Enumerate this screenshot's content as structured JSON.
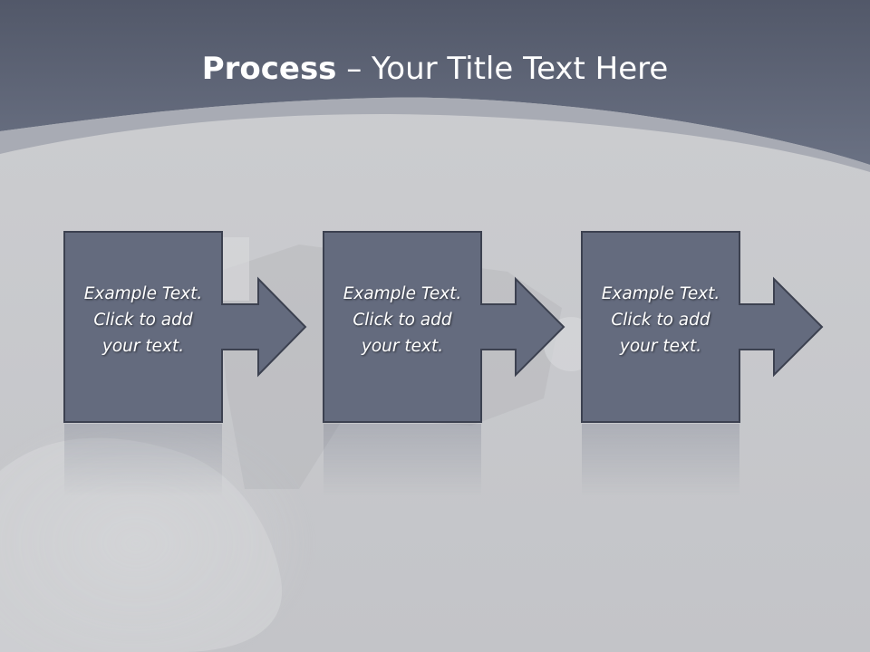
{
  "title": {
    "bold": "Process",
    "rest": " – Your Title Text Here"
  },
  "steps": [
    {
      "line1": "Example Text.",
      "line2": "Click  to add",
      "line3": "your text."
    },
    {
      "line1": "Example Text.",
      "line2": "Click  to add",
      "line3": "your text."
    },
    {
      "line1": "Example Text.",
      "line2": "Click  to add",
      "line3": "your text."
    }
  ],
  "colors": {
    "header": "#5e6578",
    "box_fill": "#646b7e",
    "box_border": "#3c4150",
    "background": "#c9cacd",
    "title_text": "#ffffff"
  }
}
